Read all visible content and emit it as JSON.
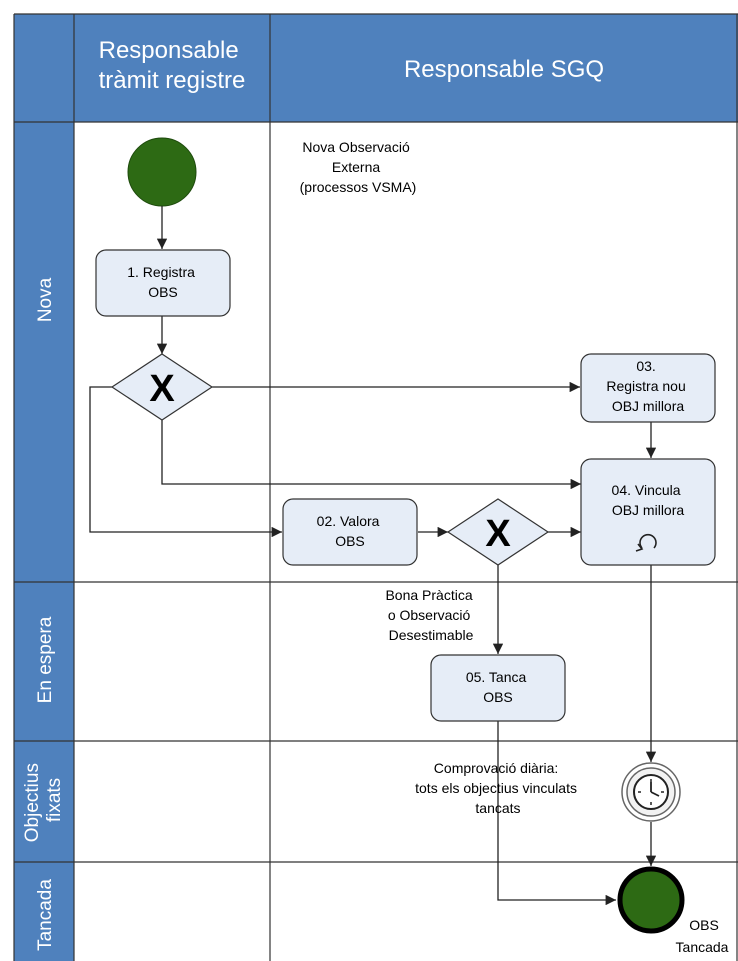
{
  "columns": {
    "responsable_tramit": [
      "Responsable",
      "tràmit registre"
    ],
    "responsable_sgq": "Responsable SGQ"
  },
  "lanes": {
    "nova": "Nova",
    "en_espera": "En espera",
    "objectius_fixats": [
      "Objectius",
      "fixats"
    ],
    "tancada": "Tancada"
  },
  "annotations": {
    "nova_observacio": [
      "Nova Observació",
      "Externa",
      "(processos VSMA)"
    ],
    "bona_practica": [
      "Bona Pràctica",
      "o Observació",
      "Desestimable"
    ],
    "comprovacio": [
      "Comprovació diària:",
      "tots els objectius vinculats",
      "tancats"
    ],
    "obs_tancada": [
      "OBS",
      "Tancada"
    ]
  },
  "tasks": {
    "registra_obs": [
      "1. Registra",
      "OBS"
    ],
    "valora_obs": [
      "02. Valora",
      "OBS"
    ],
    "registra_obj": [
      "03.",
      "Registra nou",
      "OBJ millora"
    ],
    "vincula_obj": [
      "04. Vincula",
      "OBJ millora"
    ],
    "tanca_obs": [
      "05. Tanca",
      "OBS"
    ]
  },
  "gateway_symbol": "X",
  "colors": {
    "header_fill": "#4f81bd",
    "task_fill": "#e6edf7",
    "event_fill": "#2d6a14"
  }
}
